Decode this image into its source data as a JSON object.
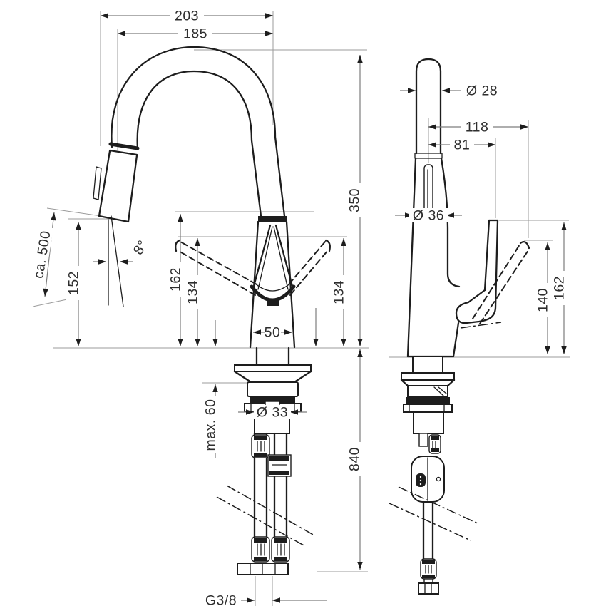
{
  "drawing": {
    "type": "technical-dimension-drawing",
    "subject": "kitchen mixer faucet with pull-out spray, front and side views with installation dimensions",
    "colors": {
      "line": "#1d1d1d",
      "dim_line": "#7d7d7d",
      "background": "#ffffff"
    },
    "views": {
      "front": {
        "total_reach": "203",
        "spout_reach": "185",
        "spout_height": "350",
        "below_counter_height": "840",
        "pullout_length": "ca. 500",
        "outlet_height": "152",
        "spray_angle": "8°",
        "handle_top_height": "162",
        "handle_span_left": "134",
        "handle_span_right": "134",
        "base_width": "50",
        "max_deck_thickness": "max. 60",
        "shank_diameter": "Ø 33",
        "thread_size": "G3/8"
      },
      "side": {
        "spout_pipe_diameter": "Ø 28",
        "handle_reach_open": "118",
        "handle_reach": "81",
        "body_diameter": "Ø 36",
        "handle_tip_height": "140",
        "handle_top_height": "162"
      }
    }
  }
}
